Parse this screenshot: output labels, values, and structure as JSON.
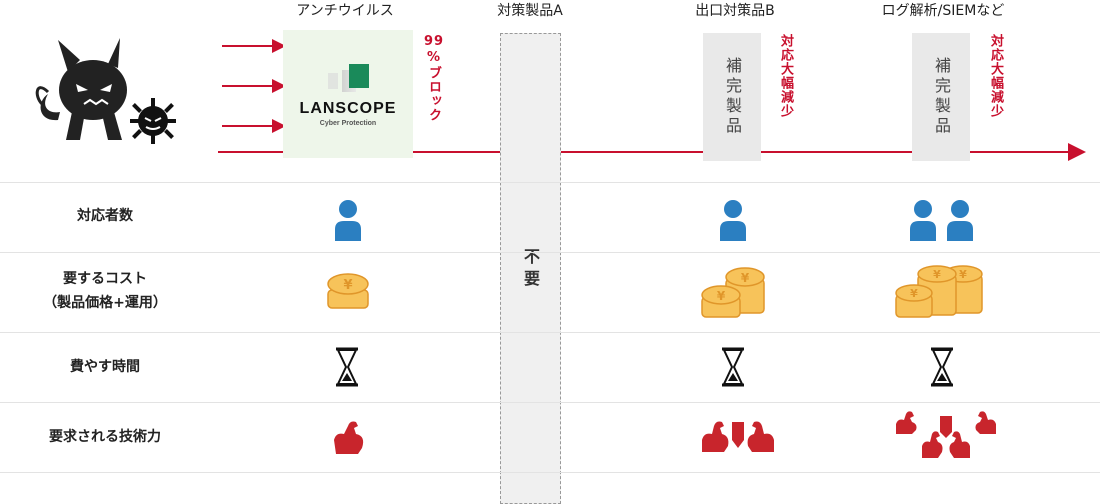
{
  "columns": {
    "antivirus": "アンチウイルス",
    "product_a": "対策製品A",
    "exit_product_b": "出口対策品B",
    "log_analysis": "ログ解析/SIEMなど"
  },
  "lanscope": {
    "name": "LANSCOPE",
    "subtitle": "Cyber Protection",
    "block_rate_num": "99",
    "block_rate_rest": "%ブロック"
  },
  "complement": {
    "label_b": "補完製品",
    "note_b": "対応大幅減少",
    "label_siem": "補完製品",
    "note_siem": "対応大幅減少"
  },
  "product_a_cell": "不要",
  "rows": {
    "responders": "対応者数",
    "cost_line1": "要するコスト",
    "cost_line2": "（製品価格+運用）",
    "time": "費やす時間",
    "skill": "要求される技術力"
  },
  "colors": {
    "accent_red": "#c8102e",
    "person_blue": "#2b7fc1",
    "coin_gold": "#f0a82e",
    "muscle_red": "#c8252c",
    "lanscope_green": "#1a8a5a"
  },
  "icons": {
    "attacker": "devil-icon",
    "virus": "virus-icon",
    "responder": "person-icon",
    "cost": "yen-coin-icon",
    "time": "hourglass-icon",
    "skill": "flexed-arm-icon"
  }
}
